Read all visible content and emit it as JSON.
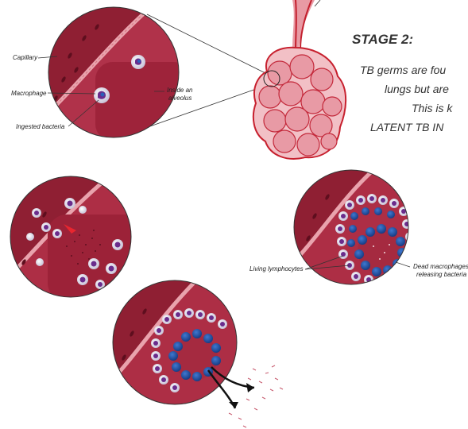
{
  "stage": {
    "title": "STAGE 2:",
    "lines": [
      "TB germs are fou",
      "lungs but are",
      "This is k",
      "LATENT TB IN"
    ]
  },
  "labels": {
    "capillary": "Capillary",
    "macrophage": "Macrophage",
    "ingested_bacteria": "Ingested bacteria",
    "inside_alveolus_1": "Inside an",
    "inside_alveolus_2": "alveolus",
    "living_lymphocytes": "Living lymphocytes",
    "dead_macrophages_1": "Dead macrophages",
    "dead_macrophages_2": "releasing bacteria"
  },
  "colors": {
    "tissue": "#a8263a",
    "tissue_light": "#c9485a",
    "vessel": "#b8202e",
    "nucleus_blue": "#1f4fa8",
    "purple": "#6a2c8c",
    "cell_white": "#f1eef6"
  }
}
